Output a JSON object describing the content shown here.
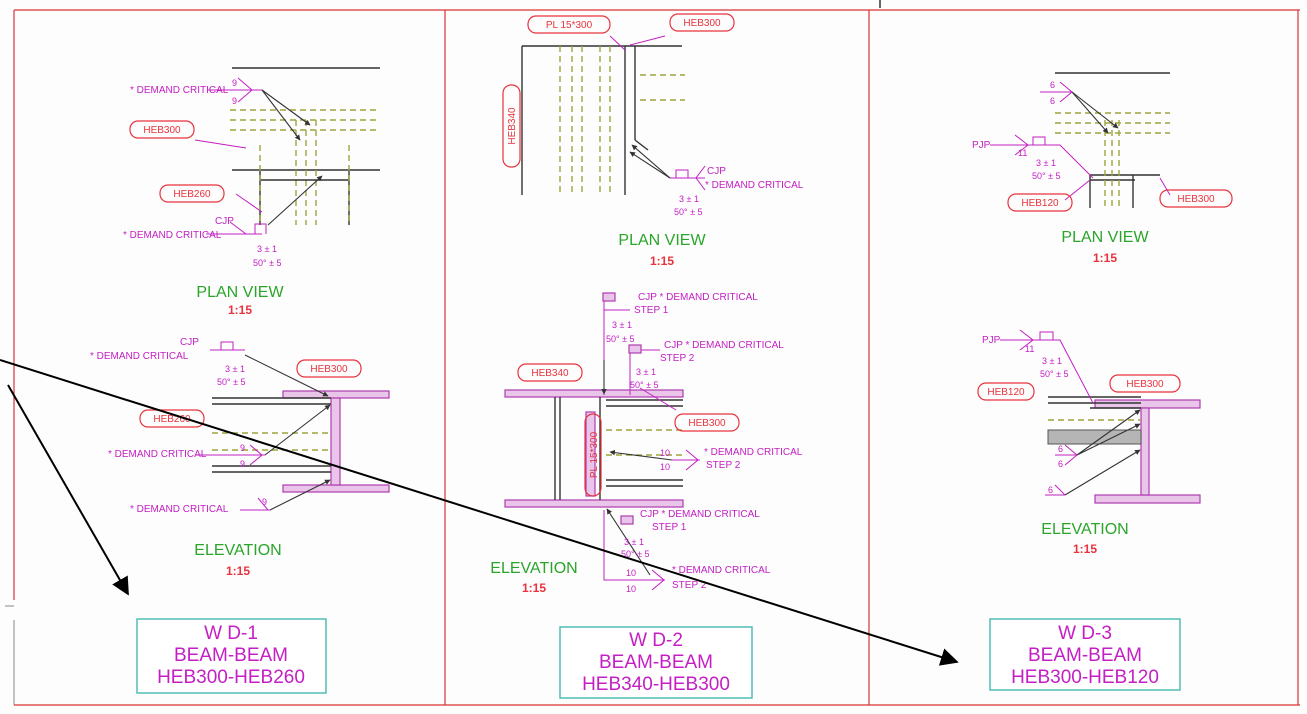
{
  "colors": {
    "label": "#c41ec4",
    "tag": "#e8323c",
    "view": "#2aa52a",
    "frame": "#e8323c",
    "box": "#45b8b0"
  },
  "panel1": {
    "plan": {
      "notes": [
        "* DEMAND CRITICAL",
        "CJP",
        "* DEMAND CRITICAL",
        "3 ± 1",
        "50° ± 5"
      ],
      "welds": [
        "9",
        "9"
      ],
      "tags": [
        "HEB300",
        "HEB260"
      ],
      "title": "PLAN VIEW",
      "scale": "1:15"
    },
    "elev": {
      "notes": [
        "CJP",
        "* DEMAND CRITICAL",
        "3 ± 1",
        "50° ± 5",
        "* DEMAND CRITICAL",
        "* DEMAND CRITICAL"
      ],
      "welds": [
        "9",
        "9",
        "9"
      ],
      "tags": [
        "HEB300",
        "HEB260"
      ],
      "title": "ELEVATION",
      "scale": "1:15"
    },
    "box": {
      "line1": "W D-1",
      "line2": "BEAM-BEAM",
      "line3": "HEB300-HEB260"
    }
  },
  "panel2": {
    "plan": {
      "notes": [
        "CJP",
        "* DEMAND CRITICAL",
        "3 ± 1",
        "50° ± 5"
      ],
      "tags": [
        "PL 15*300",
        "HEB300",
        "HEB340"
      ],
      "title": "PLAN VIEW",
      "scale": "1:15"
    },
    "elev": {
      "notes": [
        "CJP * DEMAND CRITICAL",
        "STEP 1",
        "3 ± 1",
        "50° ± 5",
        "CJP * DEMAND CRITICAL",
        "STEP 2",
        "3 ± 1",
        "50° ± 5",
        "* DEMAND CRITICAL",
        "STEP 2",
        "CJP * DEMAND CRITICAL",
        "STEP 1",
        "3 ± 1",
        "50° ± 5",
        "* DEMAND CRITICAL",
        "STEP 2"
      ],
      "welds": [
        "10",
        "10",
        "10",
        "10"
      ],
      "tags": [
        "HEB340",
        "HEB300",
        "PL 15*300"
      ],
      "title": "ELEVATION",
      "scale": "1:15"
    },
    "box": {
      "line1": "W D-2",
      "line2": "BEAM-BEAM",
      "line3": "HEB340-HEB300"
    }
  },
  "panel3": {
    "plan": {
      "notes": [
        "PJP",
        "3 ± 1",
        "50° ± 5"
      ],
      "welds": [
        "6",
        "6",
        "11"
      ],
      "tags": [
        "HEB120",
        "HEB300"
      ],
      "title": "PLAN VIEW",
      "scale": "1:15"
    },
    "elev": {
      "notes": [
        "PJP",
        "3 ± 1",
        "50° ± 5"
      ],
      "welds": [
        "11",
        "6",
        "6",
        "6"
      ],
      "tags": [
        "HEB120",
        "HEB300"
      ],
      "title": "ELEVATION",
      "scale": "1:15"
    },
    "box": {
      "line1": "W D-3",
      "line2": "BEAM-BEAM",
      "line3": "HEB300-HEB120"
    }
  }
}
